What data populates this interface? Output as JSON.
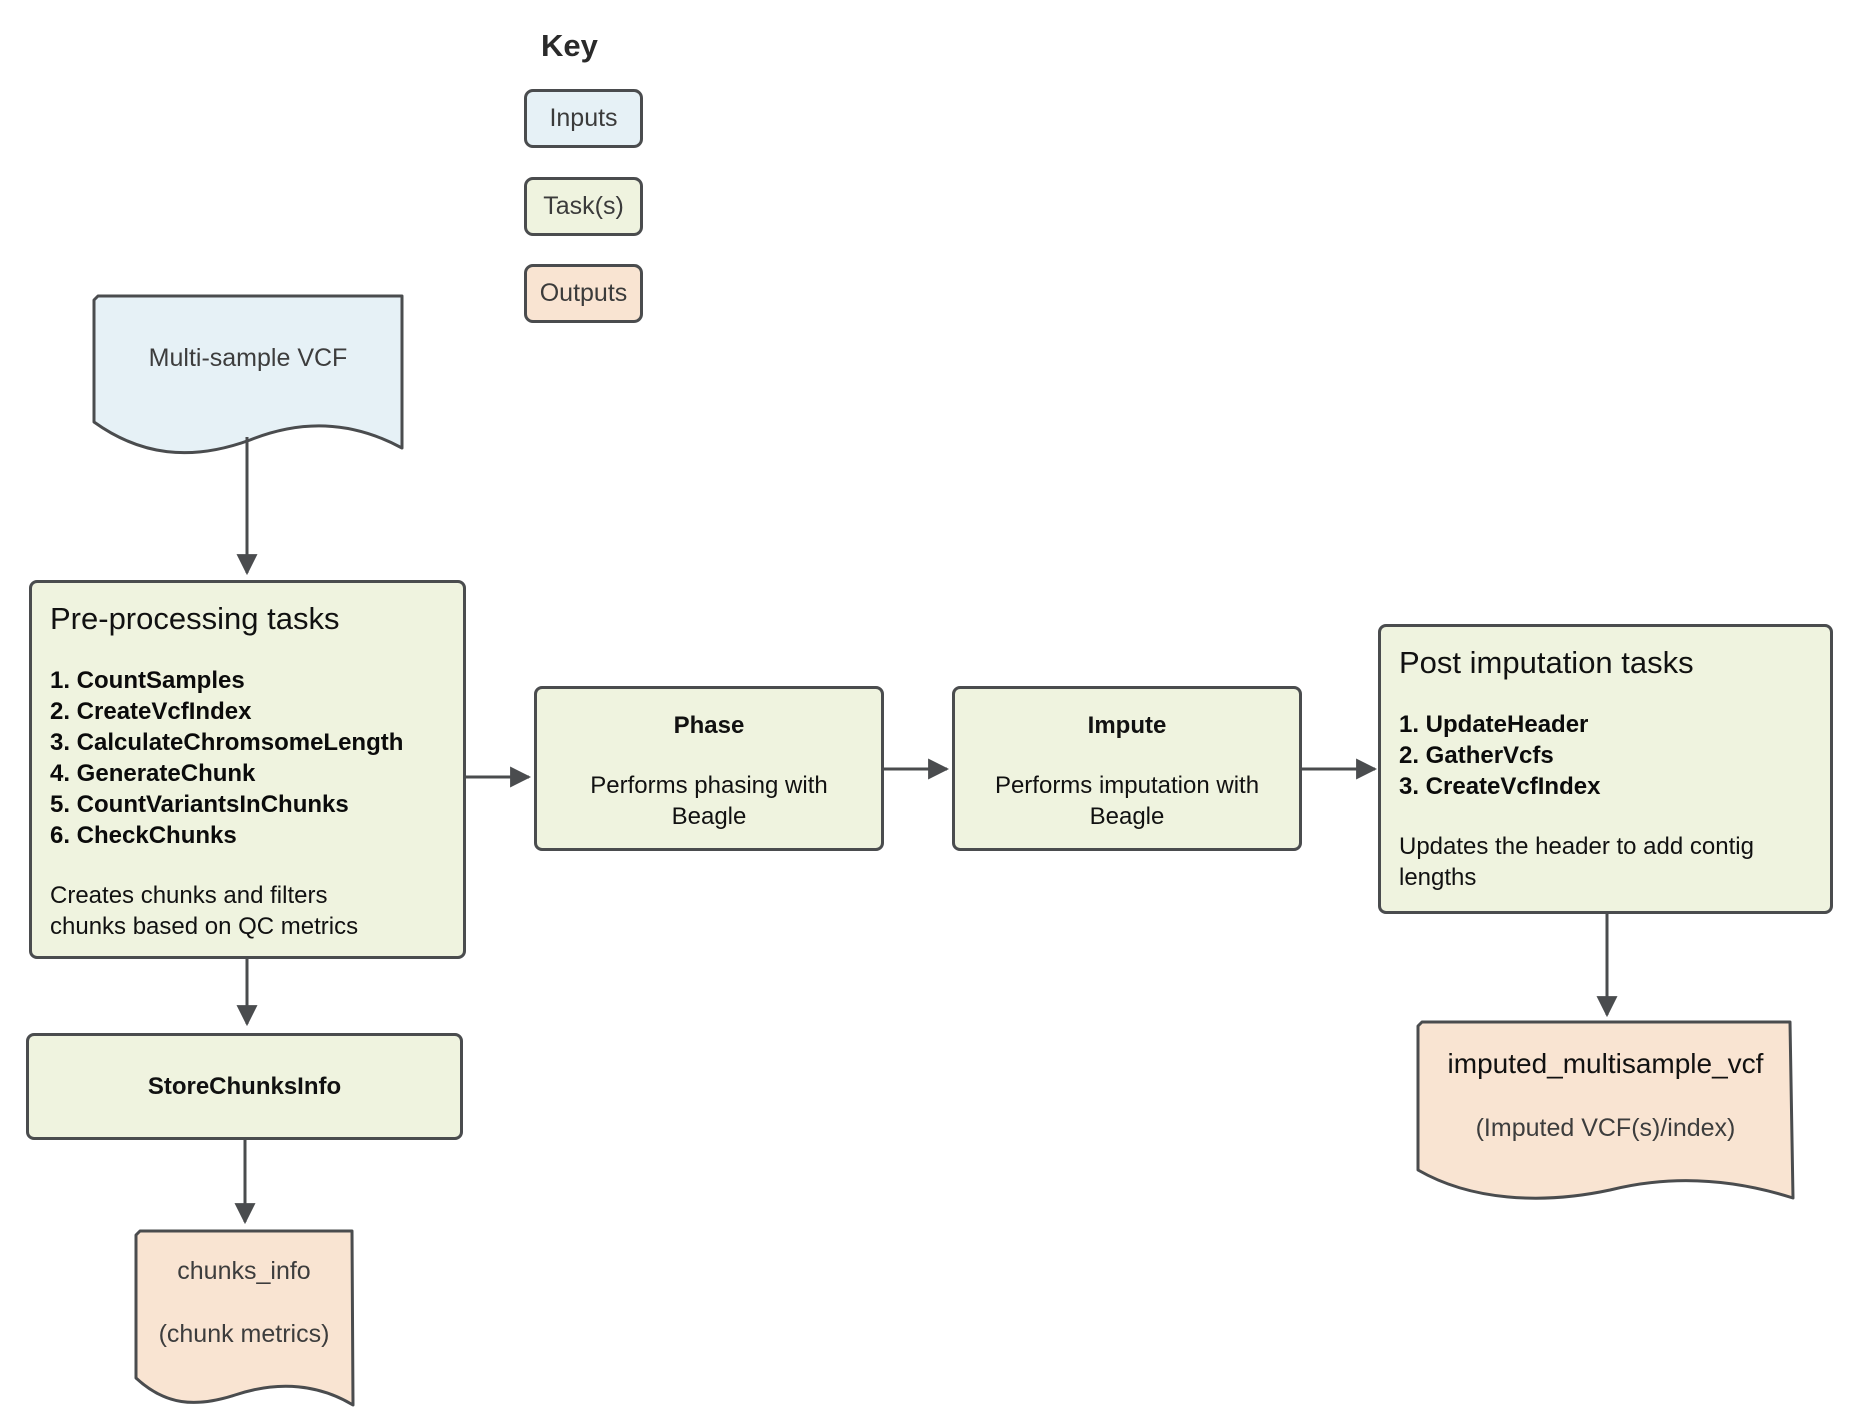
{
  "key": {
    "title": "Key",
    "items": [
      {
        "label": "Inputs",
        "color": "#e6f1f6"
      },
      {
        "label": "Task(s)",
        "color": "#eff3df"
      },
      {
        "label": "Outputs",
        "color": "#f9e4d2"
      }
    ]
  },
  "input_doc": {
    "label": "Multi-sample VCF"
  },
  "preprocessing": {
    "title": "Pre-processing tasks",
    "steps": [
      "1. CountSamples",
      "2. CreateVcfIndex",
      "3. CalculateChromsomeLength",
      "4. GenerateChunk",
      "5. CountVariantsInChunks",
      "6. CheckChunks"
    ],
    "description_line1": "Creates chunks and filters",
    "description_line2": "chunks based on QC metrics"
  },
  "store_chunks": {
    "label": "StoreChunksInfo"
  },
  "chunks_output": {
    "name": "chunks_info",
    "detail": "(chunk metrics)"
  },
  "phase": {
    "title": "Phase",
    "desc_line1": "Performs phasing with",
    "desc_line2": "Beagle"
  },
  "impute": {
    "title": "Impute",
    "desc_line1": "Performs imputation with",
    "desc_line2": "Beagle"
  },
  "post_imputation": {
    "title": "Post imputation tasks",
    "steps": [
      "1. UpdateHeader",
      "2. GatherVcfs",
      "3. CreateVcfIndex"
    ],
    "description_line1": "Updates the header to add contig",
    "description_line2": "lengths"
  },
  "final_output": {
    "name": "imputed_multisample_vcf",
    "detail": "(Imputed VCF(s)/index)"
  },
  "colors": {
    "input": "#e6f1f6",
    "task": "#eff3df",
    "output": "#f9e4d2",
    "stroke": "#4a4c4e"
  }
}
